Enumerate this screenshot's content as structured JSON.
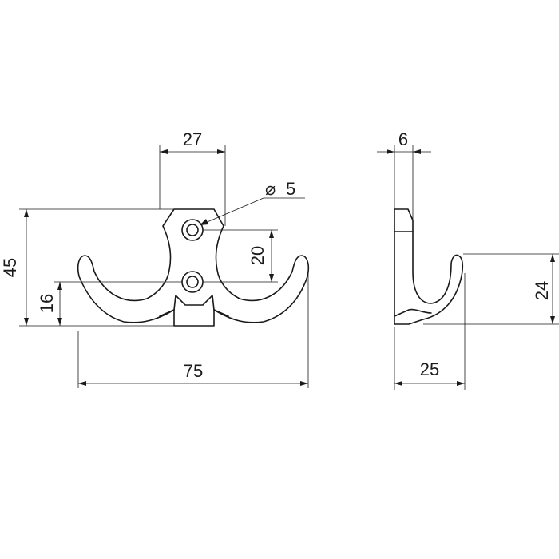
{
  "dimensions": {
    "width_total": "75",
    "height_total": "45",
    "plate_width": "27",
    "hole_spacing": "20",
    "lower_hole_height": "16",
    "hole_diameter": "5",
    "side_thickness": "6",
    "side_depth": "25",
    "side_hook_height": "24"
  },
  "symbols": {
    "diameter": "⌀"
  }
}
